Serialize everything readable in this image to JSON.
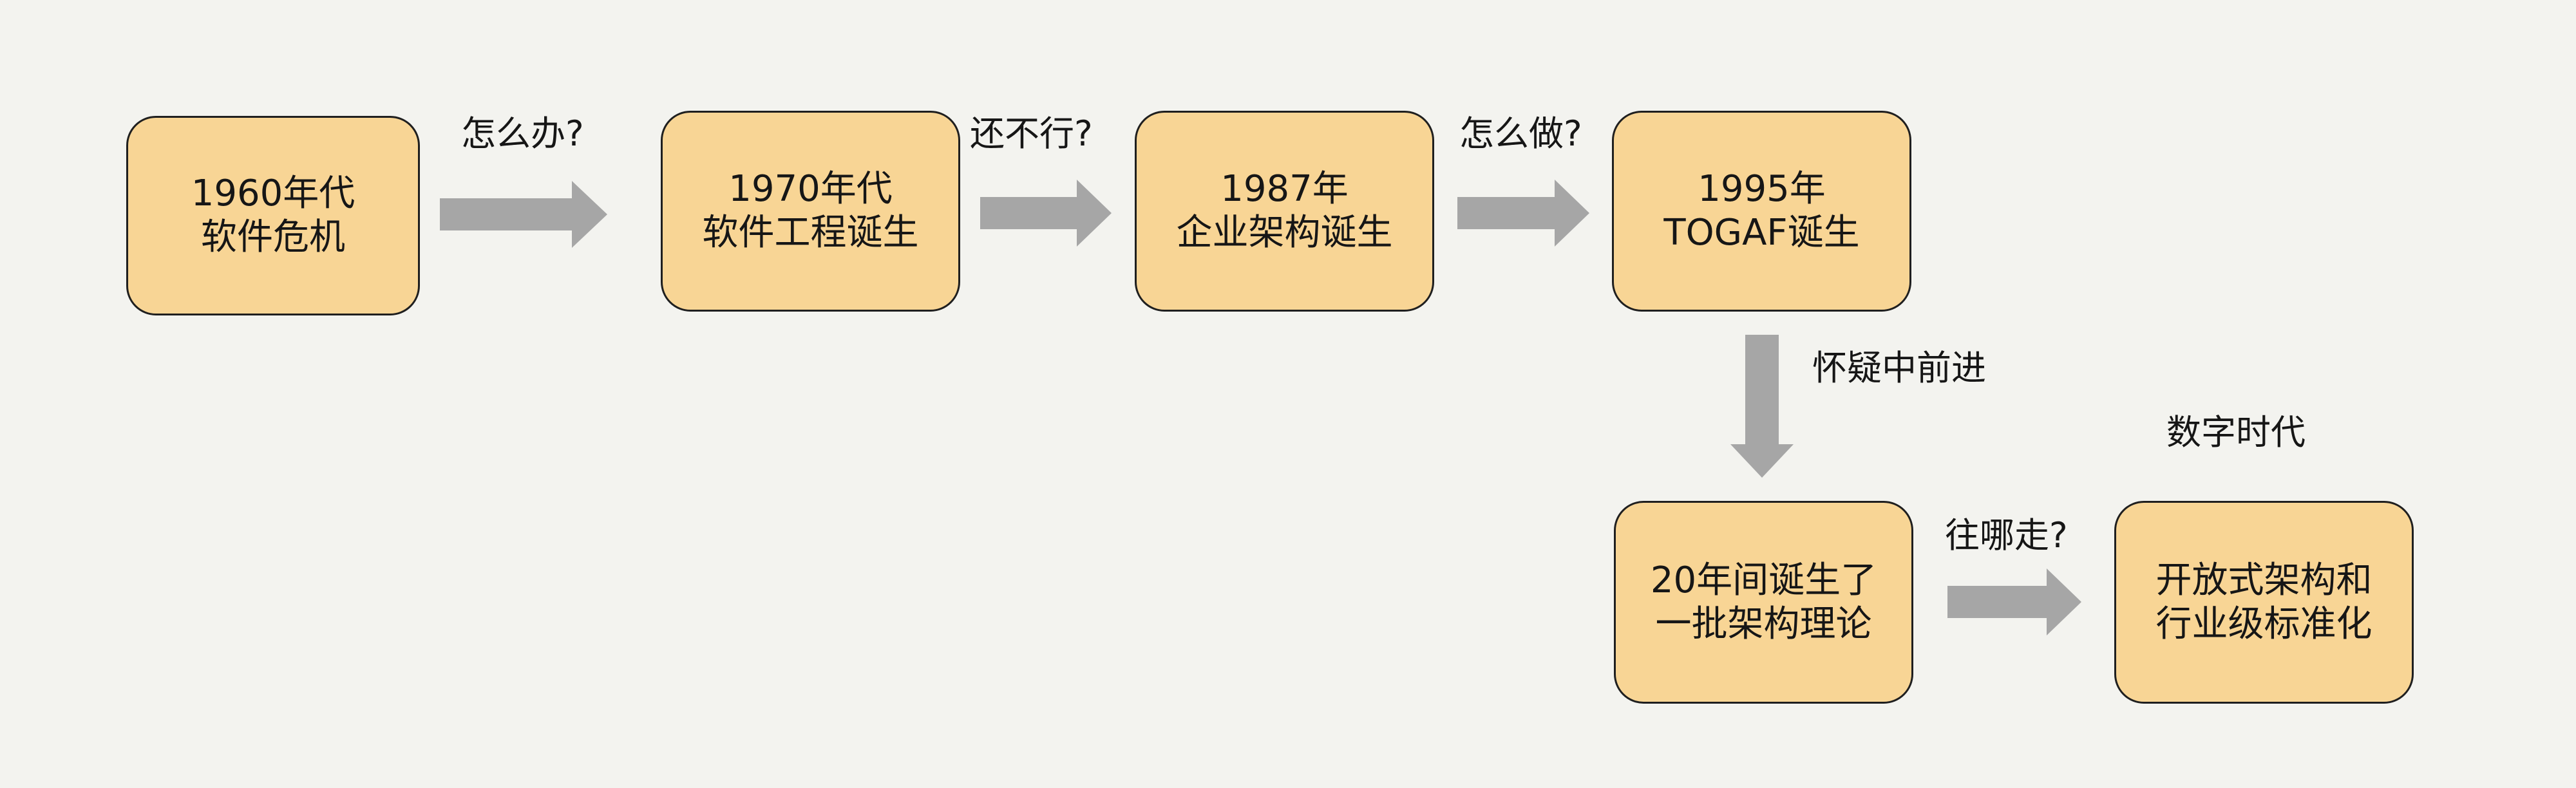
{
  "colors": {
    "background": "#f3f3ef",
    "node_fill": "#f8d595",
    "node_border": "#1f1f1f",
    "arrow": "#a6a6a6",
    "text": "#161616"
  },
  "nodes": {
    "n1960": {
      "line1": "1960年代",
      "line2": "软件危机"
    },
    "n1970": {
      "line1": "1970年代",
      "line2": "软件工程诞生"
    },
    "n1987": {
      "line1": "1987年",
      "line2": "企业架构诞生"
    },
    "n1995": {
      "line1": "1995年",
      "line2": "TOGAF诞生"
    },
    "n20years": {
      "line1": "20年间诞生了",
      "line2": "一批架构理论"
    },
    "nopen": {
      "line1": "开放式架构和",
      "line2": "行业级标准化"
    }
  },
  "edge_labels": {
    "what_to_do": "怎么办?",
    "still_not_working": "还不行?",
    "how_to_do": "怎么做?",
    "progress_in_doubt": "怀疑中前进",
    "where_to_go": "往哪走?"
  },
  "era_label": "数字时代"
}
